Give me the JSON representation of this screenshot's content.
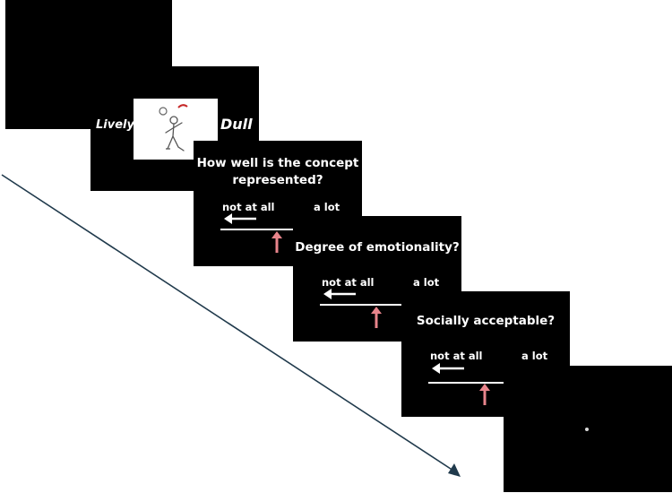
{
  "screens": {
    "fixation_blank": {},
    "concept_pair": {
      "left_word": "Lively",
      "right_word": "Dull",
      "image_icon": "juggling-stick-figure"
    },
    "rating_representation": {
      "question_line1": "How well is the concept",
      "question_line2": "represented?",
      "min_label": "not at all",
      "max_label": "a lot"
    },
    "rating_emotionality": {
      "question": "Degree of emotionality?",
      "min_label": "not at all",
      "max_label": "a lot"
    },
    "rating_acceptability": {
      "question": "Socially acceptable?",
      "min_label": "not at all",
      "max_label": "a lot"
    },
    "fixation_dot": {}
  },
  "colors": {
    "screen": "#000000",
    "text": "#ffffff",
    "cursor": "#e8848b",
    "timeline": "#203a4c",
    "image_bg": "#ffffff"
  }
}
